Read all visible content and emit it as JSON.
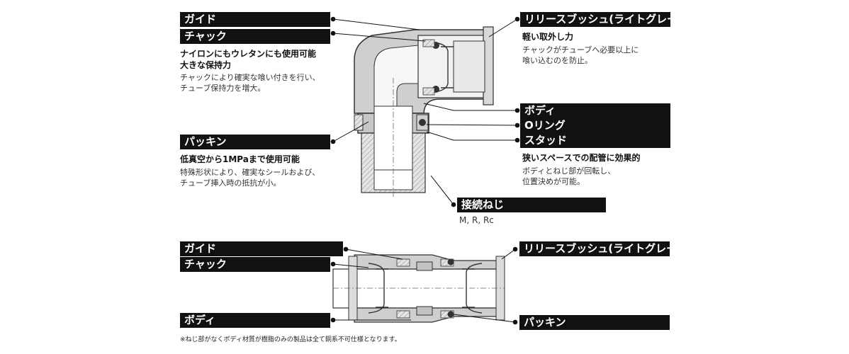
{
  "top": {
    "labels": {
      "guide": "ガイド",
      "chuck": "チャック",
      "packing": "パッキン",
      "release_bushing": "リリースブッシュ(ライトグレー)",
      "body": "ボディ",
      "o_ring": "Oリング",
      "stud": "スタッド",
      "thread": "接続ねじ"
    },
    "chuck_heading": [
      "ナイロンにもウレタンにも使用可能",
      "大きな保持力"
    ],
    "chuck_desc": [
      "チャックにより確実な喰い付きを行い、",
      "チューブ保持力を増大。"
    ],
    "packing_heading": "低真空から1MPaまで使用可能",
    "packing_desc": [
      "特殊形状により、確実なシールおよび、",
      "チューブ挿入時の抵抗が小。"
    ],
    "release_heading": "軽い取外し力",
    "release_desc": [
      "チャックがチューブへ必要以上に",
      "喰い込むのを防止。"
    ],
    "stud_heading": "狭いスペースでの配管に効果的",
    "stud_desc": [
      "ボディとねじ部が回転し、",
      "位置決めが可能。"
    ],
    "thread_types": "M, R, Rc"
  },
  "bottom": {
    "labels": {
      "guide": "ガイド",
      "chuck": "チャック",
      "body": "ボディ",
      "release_bushing": "リリースブッシュ(ライトグレー)",
      "packing": "パッキン"
    },
    "footnote": "※ねじ部がなくボディ材質が樹脂のみの製品は全て銅系不可仕様となります。"
  },
  "colors": {
    "label_bg": "#111111",
    "label_text": "#ffffff",
    "line": "#111111",
    "part_fill": "#bcbcbc",
    "part_dark": "#555555"
  }
}
